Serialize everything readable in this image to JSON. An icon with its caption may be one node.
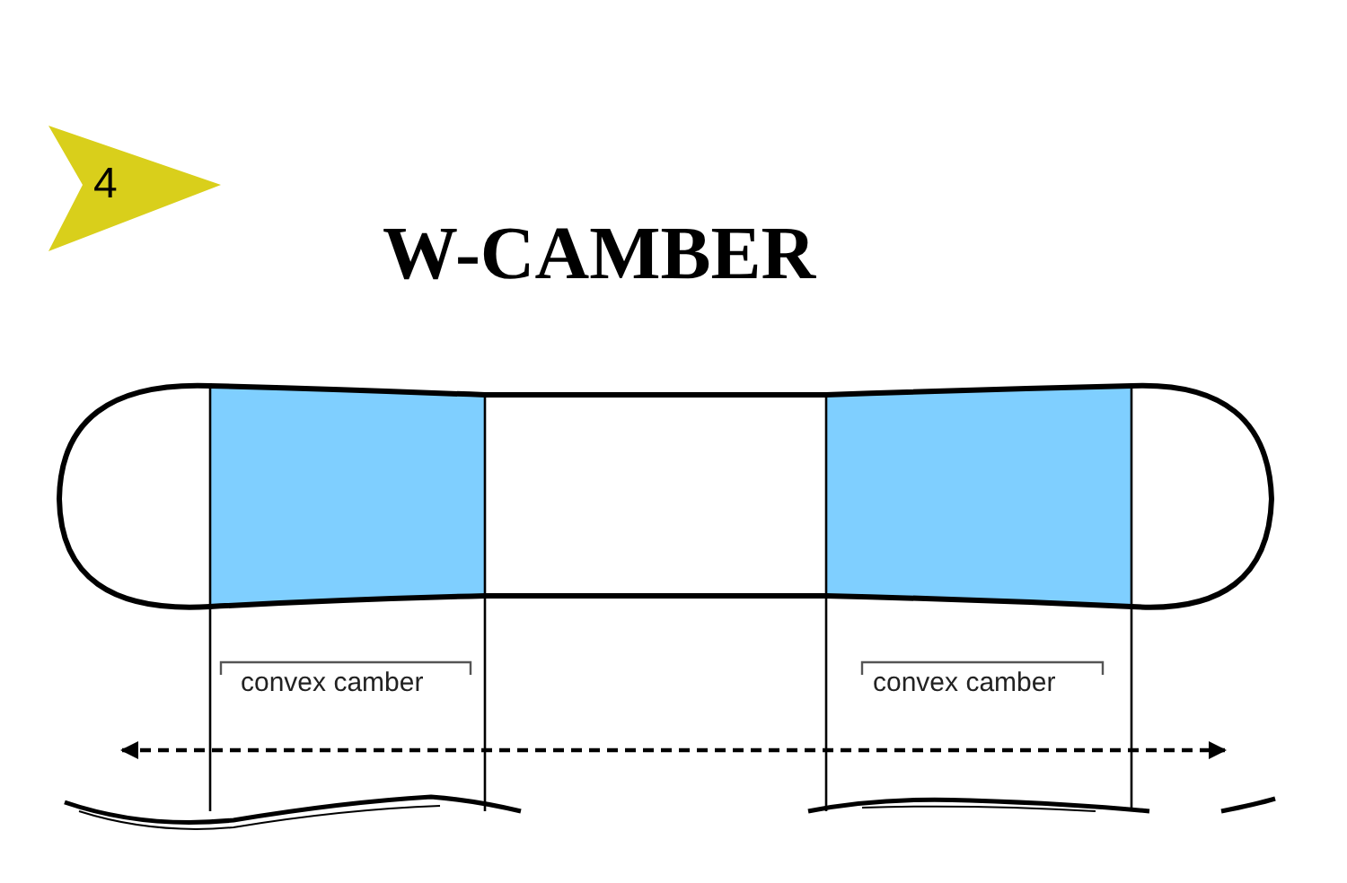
{
  "diagram": {
    "title": "W-CAMBER",
    "nodes": [
      {
        "text": [
          "4"
        ]
      }
    ],
    "labels": [
      "convex camber",
      "convex camber"
    ]
  }
}
